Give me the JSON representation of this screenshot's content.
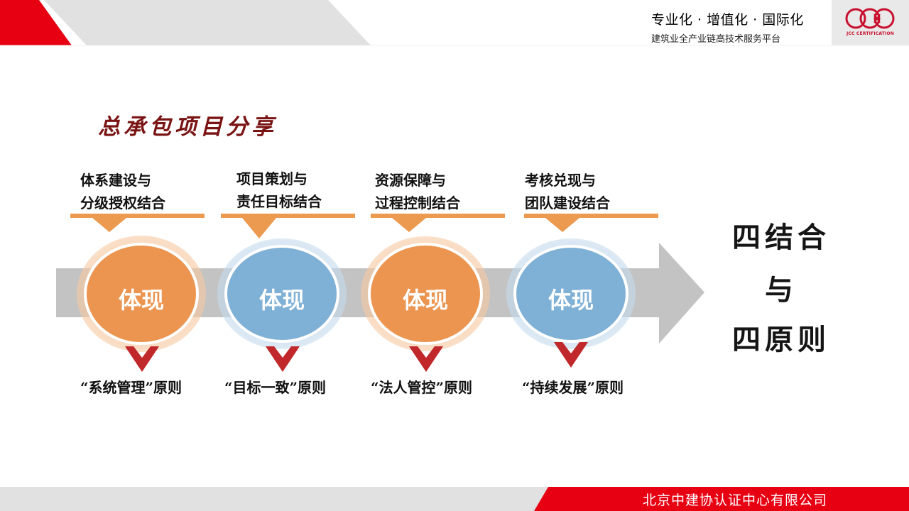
{
  "header": {
    "slogan": "专业化 · 增值化 · 国际化",
    "subslogan": "建筑业全产业链高技术服务平台",
    "logo_text": "JCC CERTIFICATION",
    "colors": {
      "red": "#e60012",
      "grey": "#e1e1e1"
    }
  },
  "section_title": "总承包项目分享",
  "items": [
    {
      "top_line1": "体系建设与",
      "top_line2": "分级授权结合",
      "circle": "体现",
      "bottom": "“系统管理”原则",
      "color": "orange"
    },
    {
      "top_line1": "项目策划与",
      "top_line2": "责任目标结合",
      "circle": "体现",
      "bottom": "“目标一致”原则",
      "color": "blue"
    },
    {
      "top_line1": "资源保障与",
      "top_line2": "过程控制结合",
      "circle": "体现",
      "bottom": "“法人管控”原则",
      "color": "orange"
    },
    {
      "top_line1": "考核兑现与",
      "top_line2": "团队建设结合",
      "circle": "体现",
      "bottom": "“持续发展”原则",
      "color": "blue"
    }
  ],
  "right_title": {
    "line1": "四结合",
    "line2": "与",
    "line3": "四原则"
  },
  "footer": {
    "company": "北京中建协认证中心有限公司"
  },
  "palette": {
    "orange": "#eb9550",
    "blue": "#7fb0d5",
    "arrow": "#c3c3c3",
    "bar": "#eb9a4f",
    "chevron": "#c0282b"
  }
}
